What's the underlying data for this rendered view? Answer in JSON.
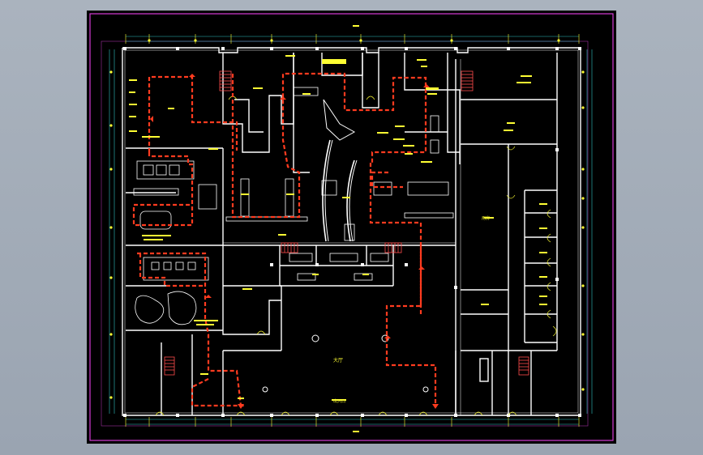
{
  "colors": {
    "viewport_bg": "#a3acb8",
    "sheet_bg": "#000000",
    "frame": "#d43bd4",
    "wall": "#ffffff",
    "evacuation_route": "#ff3b1f",
    "dimension_line": "#2ec4c4",
    "label": "#ffff33",
    "stair": "#ff4d4d"
  },
  "icons": [
    "stair-icon",
    "exit-arrow-icon",
    "column-icon",
    "axis-bubble-icon"
  ],
  "labels": {
    "hall_center": "大厅",
    "bottom_entrance": "出入口",
    "right_room": "用房"
  }
}
